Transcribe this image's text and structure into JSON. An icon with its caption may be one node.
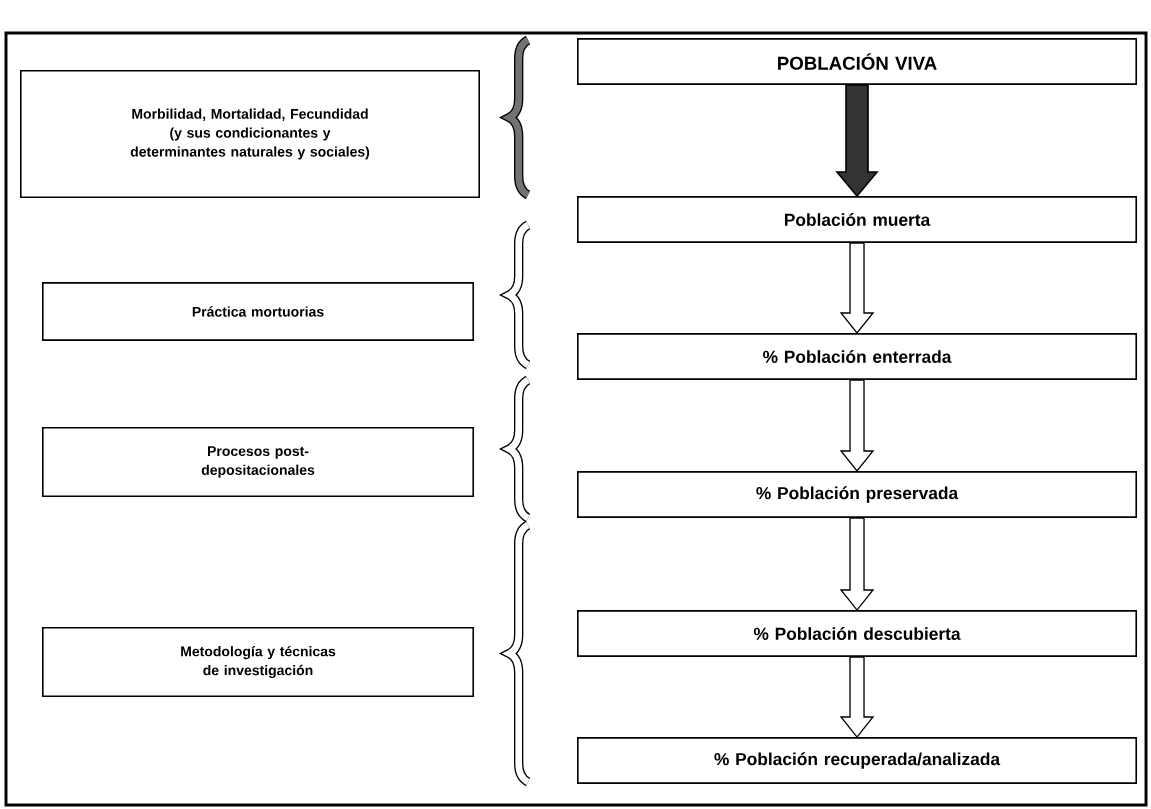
{
  "diagram": {
    "nodes": [
      {
        "text": [
          "POBLACIÓN VIVA"
        ]
      },
      {
        "text": [
          "Población muerta"
        ]
      },
      {
        "text": [
          "% Población enterrada"
        ]
      },
      {
        "text": [
          "% Población preservada"
        ]
      },
      {
        "text": [
          "% Población descubierta"
        ]
      },
      {
        "text": [
          "% Población recuperada/analizada"
        ]
      },
      {
        "text": [
          "Morbilidad, Mortalidad, Fecundidad (y sus condicionantes y determinantes naturales y sociales)"
        ]
      },
      {
        "text": [
          "Práctica mortuorias"
        ]
      },
      {
        "text": [
          "Procesos post-depositacionales"
        ]
      },
      {
        "text": [
          "Metodología y técnicas de investigación"
        ]
      }
    ],
    "edges": [
      {
        "from": 0,
        "to": 1,
        "arrow": "to",
        "style": "thick"
      },
      {
        "from": 1,
        "to": 2,
        "arrow": "to"
      },
      {
        "from": 2,
        "to": 3,
        "arrow": "to"
      },
      {
        "from": 3,
        "to": 4,
        "arrow": "to"
      },
      {
        "from": 4,
        "to": 5,
        "arrow": "to"
      }
    ]
  }
}
